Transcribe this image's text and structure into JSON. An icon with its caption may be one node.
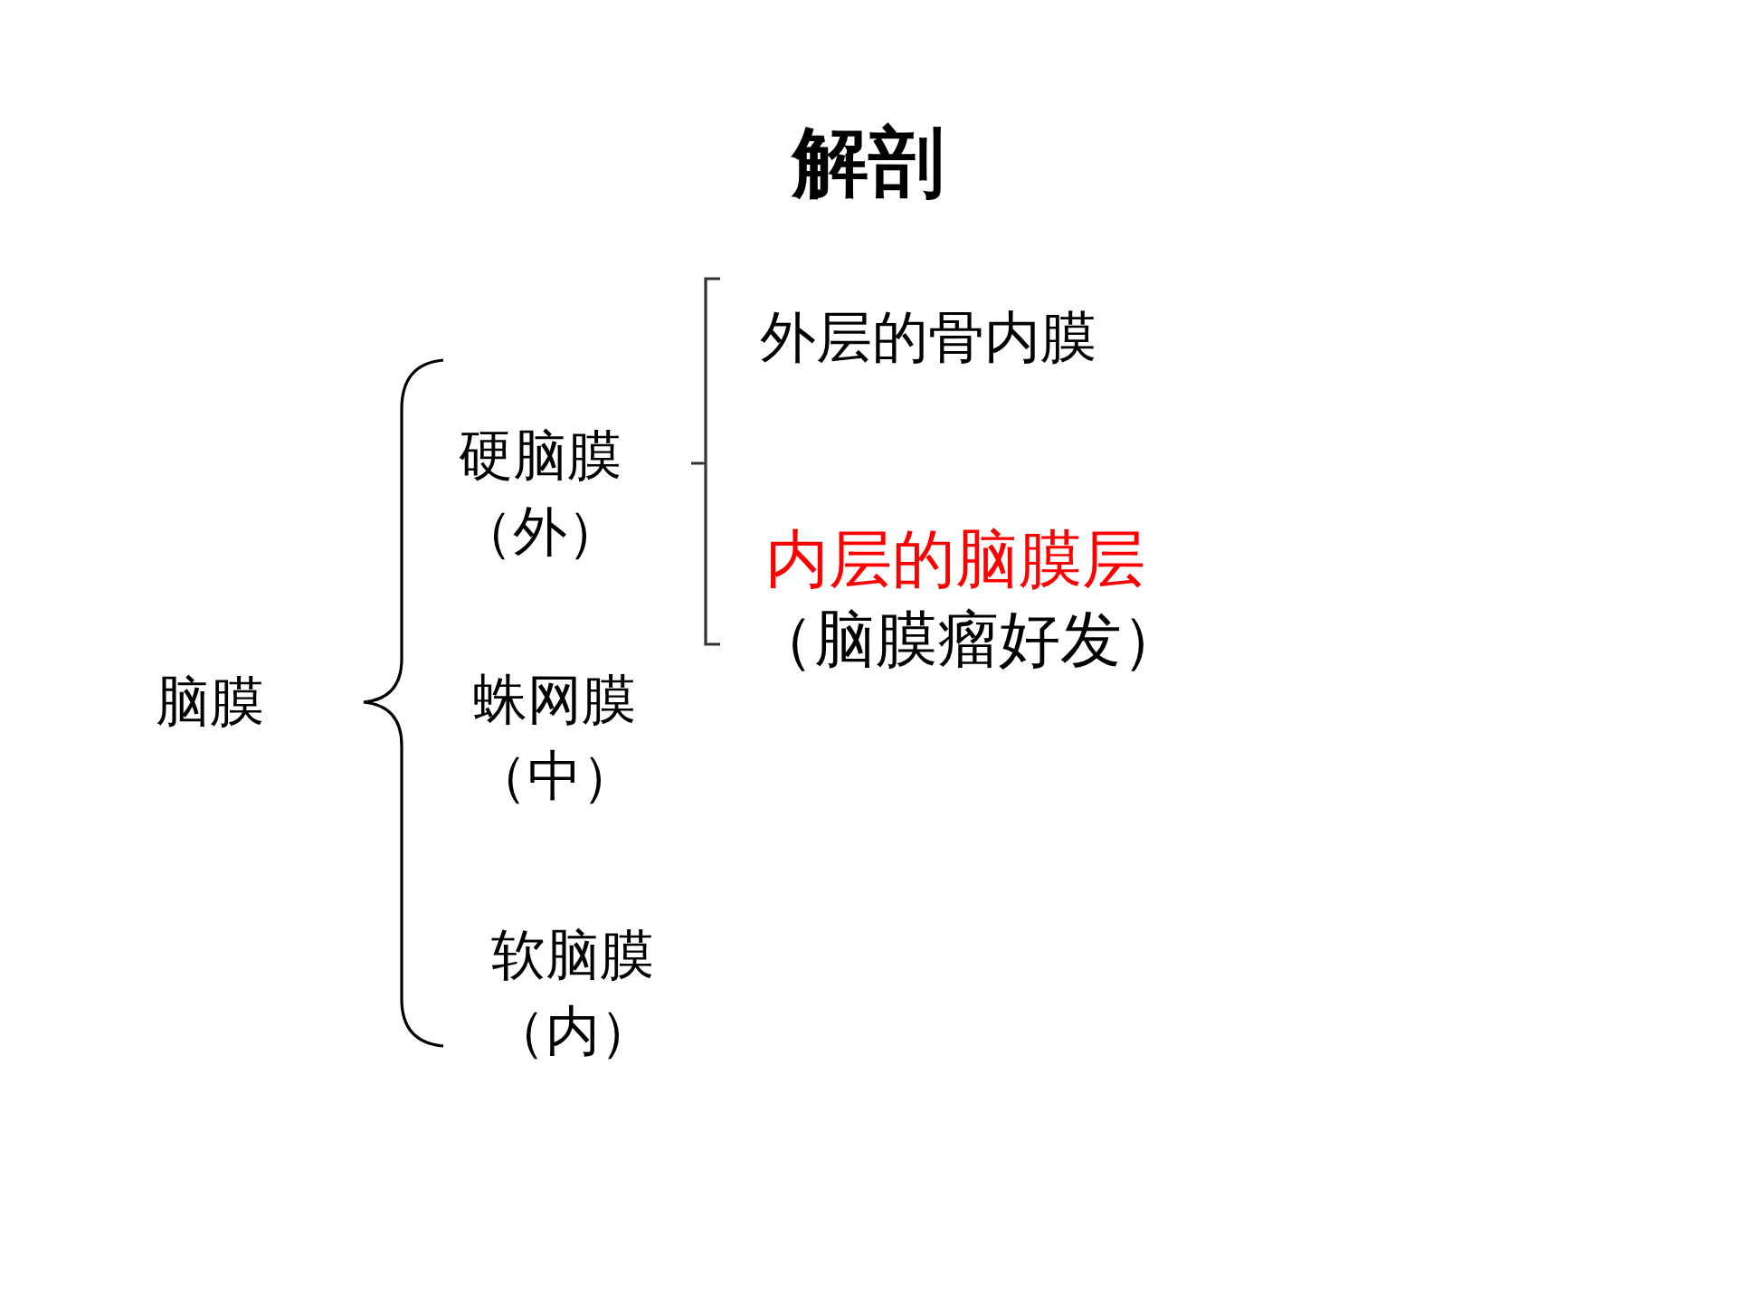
{
  "diagram": {
    "title": "解剖",
    "labels": [
      "脑膜",
      "硬脑膜（外）",
      "外层的骨内膜",
      "内层的脑膜层",
      "（脑膜瘤好发）",
      "蛛网膜（中）",
      "软脑膜（内）"
    ]
  }
}
